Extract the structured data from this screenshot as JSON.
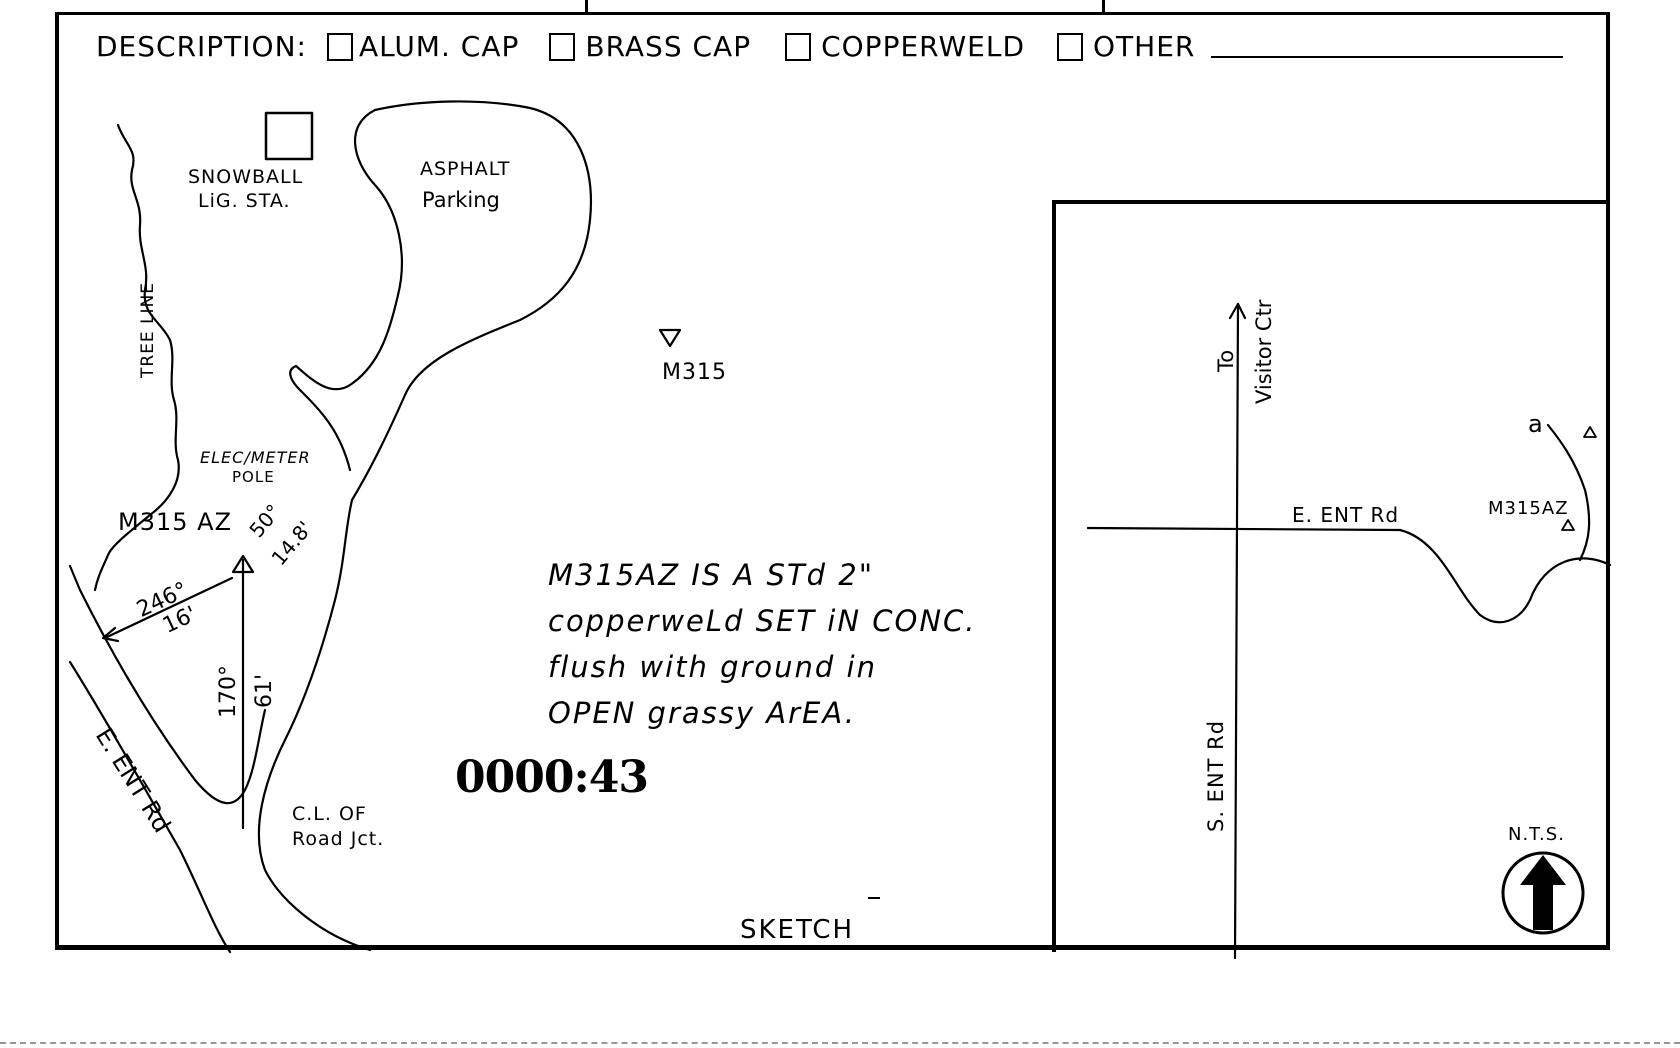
{
  "description": {
    "label": "DESCRIPTION:",
    "options": [
      "ALUM. CAP",
      "BRASS CAP",
      "COPPERWELD",
      "OTHER"
    ]
  },
  "sketch": {
    "title": "SKETCH",
    "snowball_label_1": "SNOWBALL",
    "snowball_label_2": "LiG. STA.",
    "asphalt_1": "ASPHALT",
    "asphalt_2": "Parking",
    "tree_line": "TREE LINE",
    "mark_id": "M315",
    "elec_1": "ELEC/METER",
    "elec_2": "POLE",
    "az_mark": "M315 AZ",
    "bearing_1": "50°",
    "dist_1": "14.8'",
    "bearing_2": "246°",
    "dist_2": "16'",
    "bearing_3": "170°",
    "dist_3": "61'",
    "road_name": "E. ENT Rd",
    "cl_1": "C.L. OF",
    "cl_2": "Road Jct.",
    "note_lines": [
      "M315AZ  IS  A  STd  2\"",
      "copperweLd  SET  iN  CONC.",
      "flush  with  ground  in",
      "OPEN  grassy  ArEA."
    ],
    "stamp": "0000:43"
  },
  "inset": {
    "to_label": "To",
    "visitor": "Visitor Ctr",
    "e_ent": "E. ENT Rd",
    "s_ent": "S. ENT Rd",
    "az_mark": "M315AZ",
    "mark": "a",
    "nts": "N.T.S."
  }
}
